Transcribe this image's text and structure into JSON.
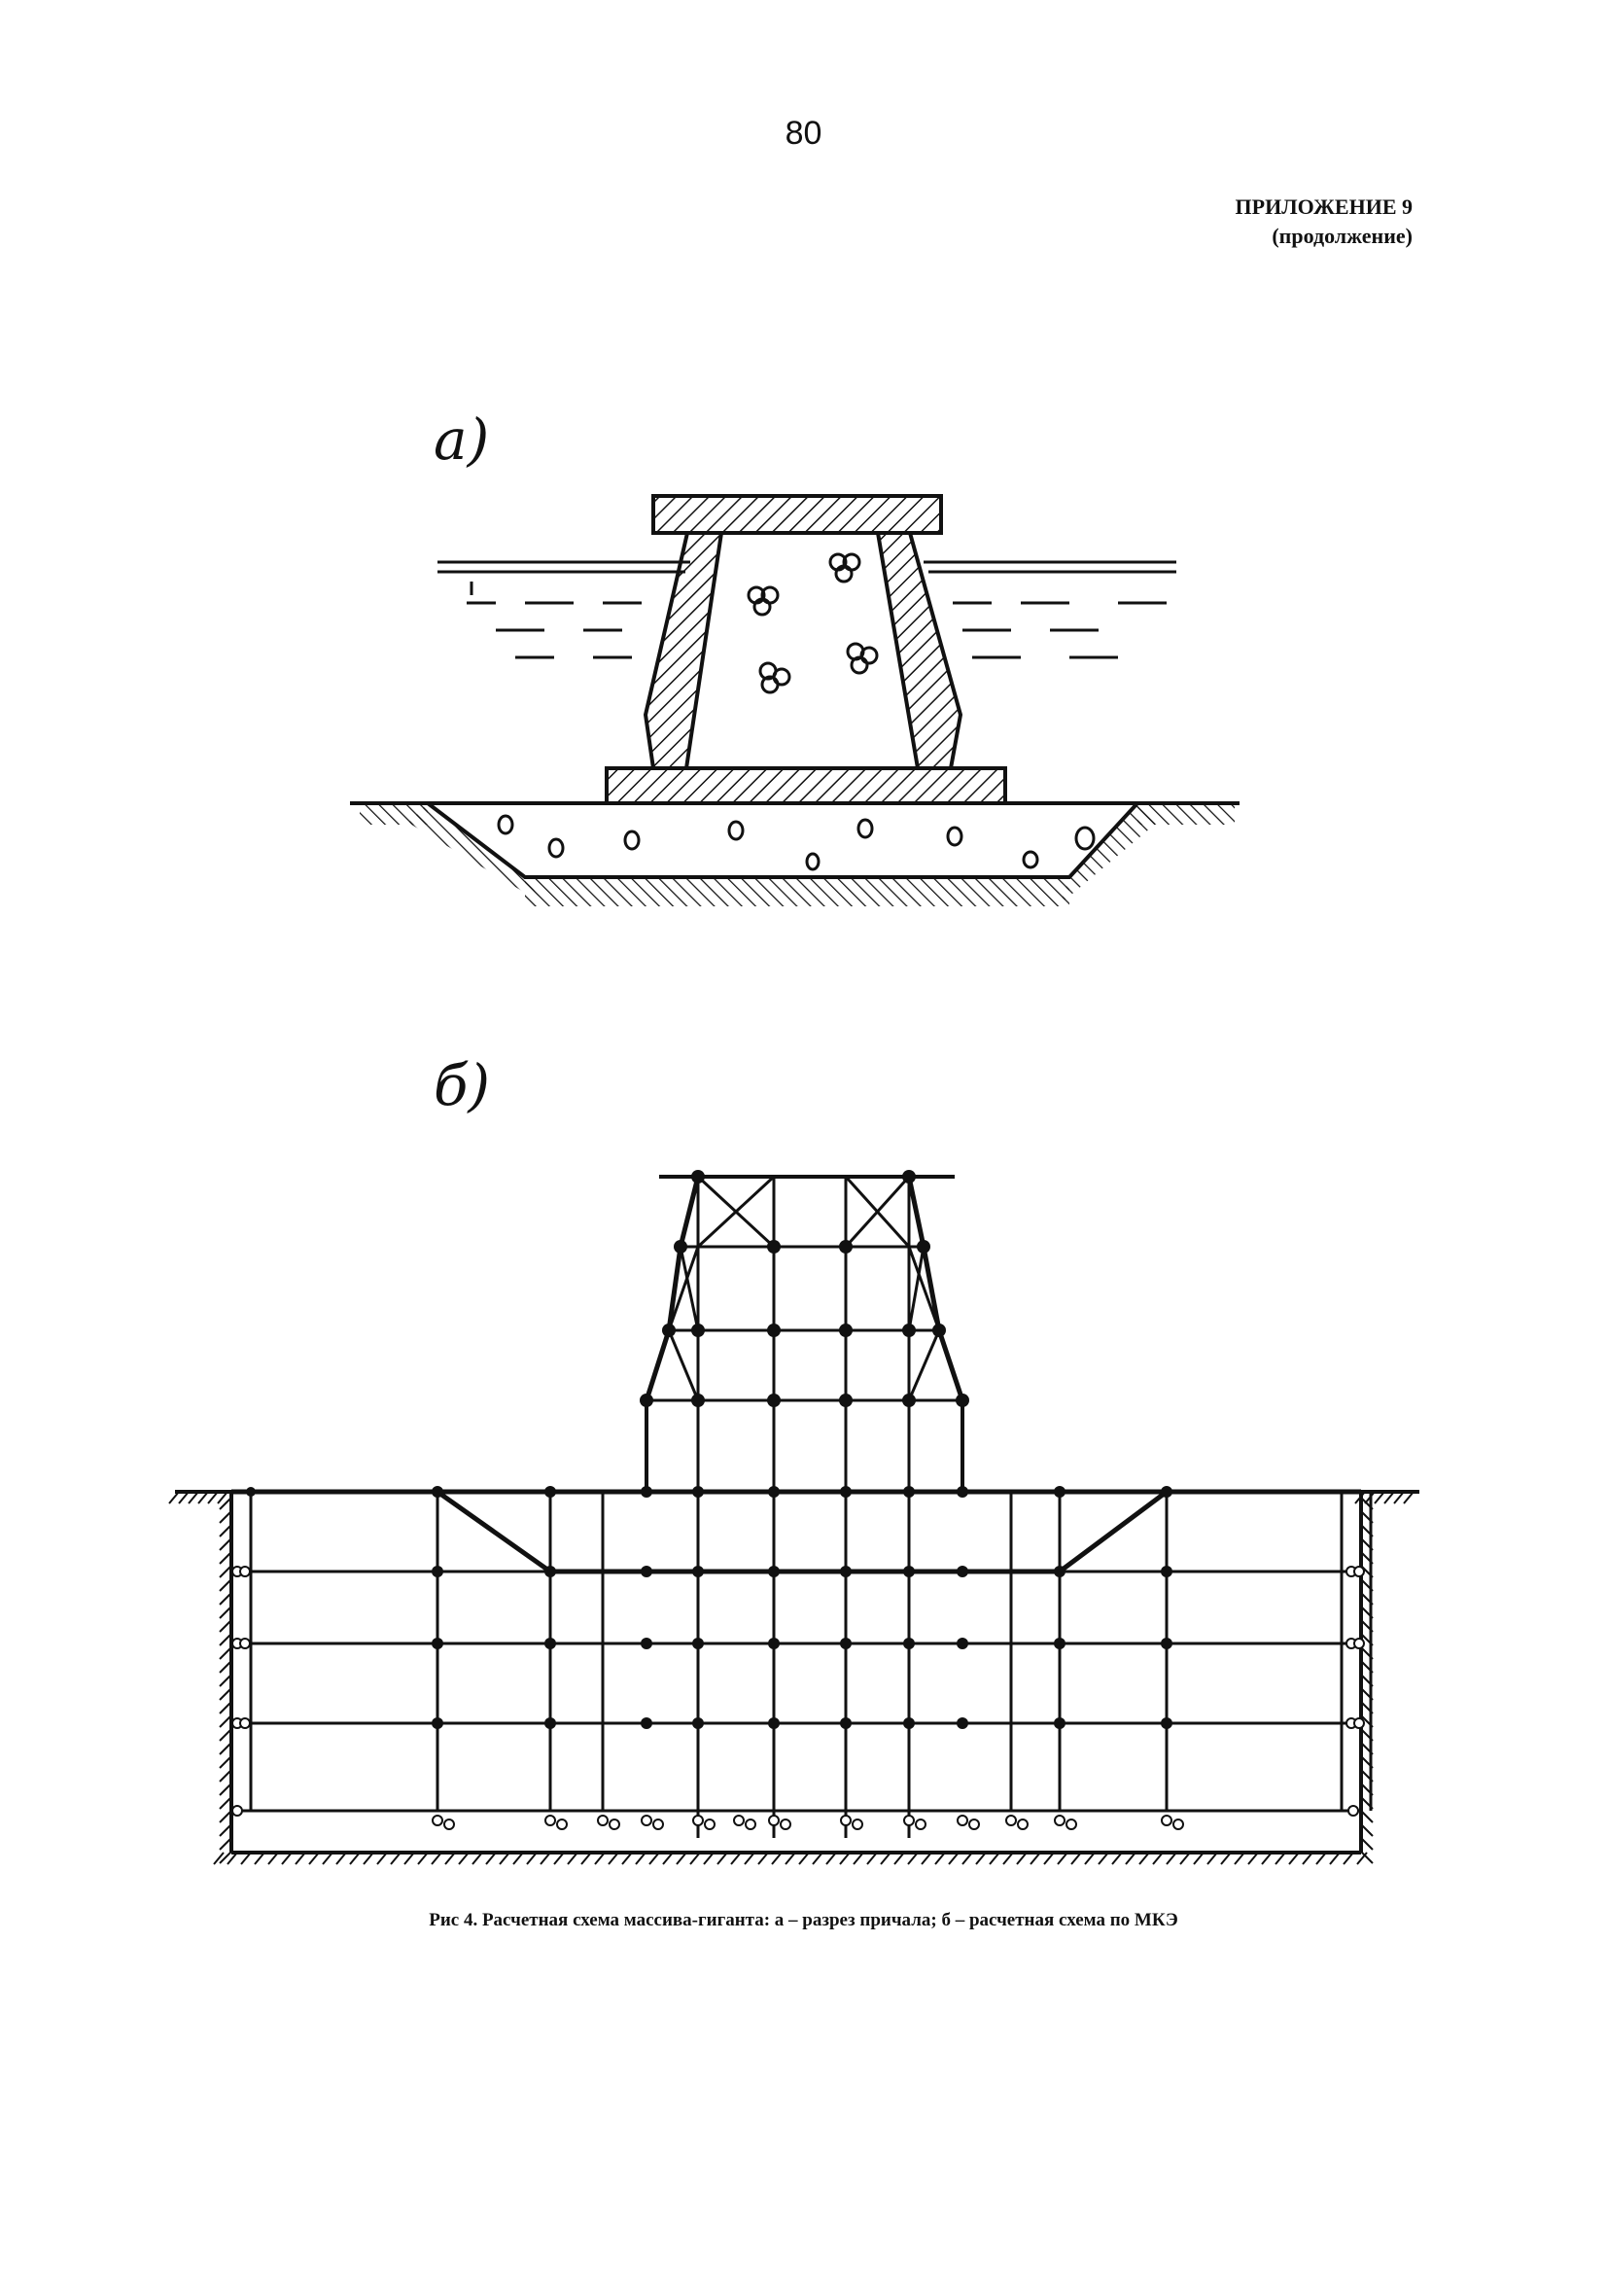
{
  "header": {
    "page_number": "80",
    "appendix_title": "ПРИЛОЖЕНИЕ 9",
    "appendix_note": "(продолжение)"
  },
  "figure": {
    "panel_a_label": "а)",
    "panel_b_label": "б)",
    "caption": "Рис 4. Расчетная схема массива-гиганта: а – разрез причала; б – расчетная схема по МКЭ"
  }
}
